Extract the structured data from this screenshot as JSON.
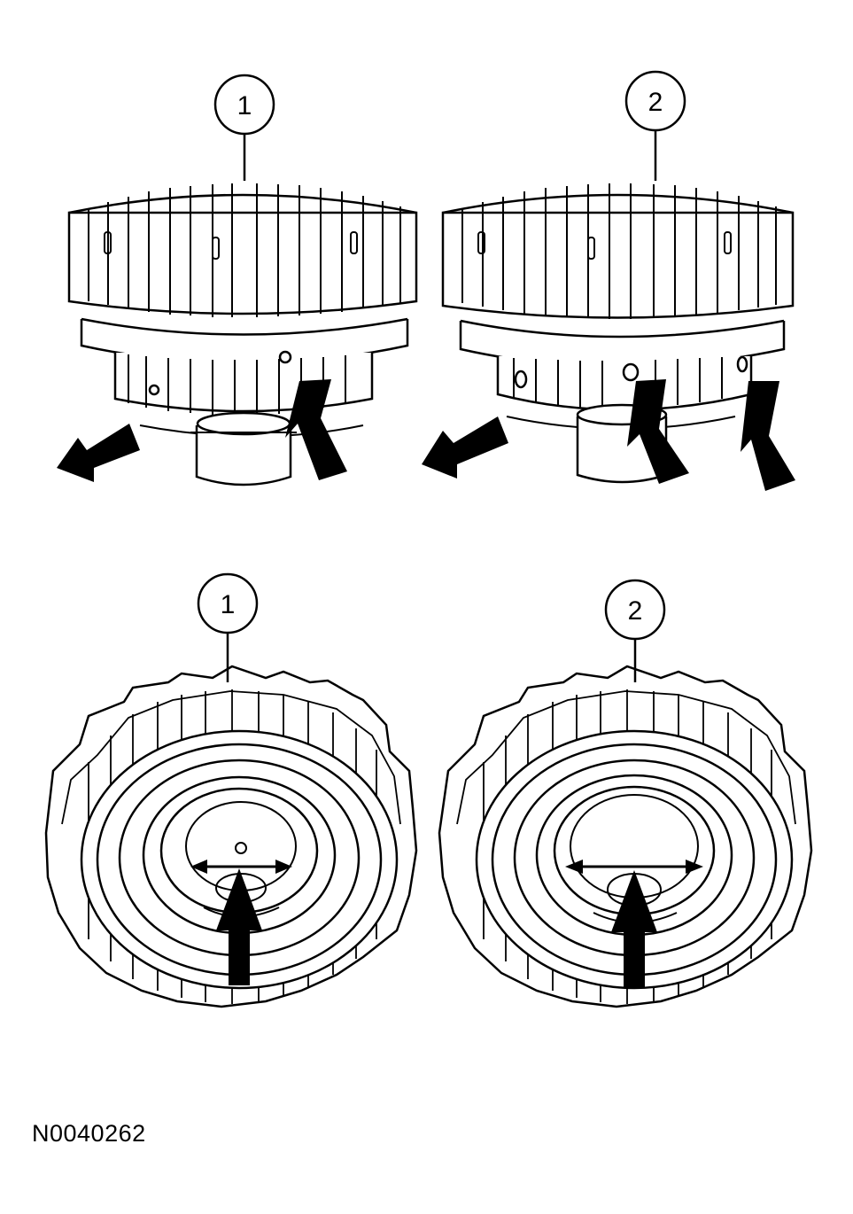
{
  "callouts": {
    "top_left": "1",
    "top_right": "2",
    "bottom_left": "1",
    "bottom_right": "2"
  },
  "figure_code": "N0040262",
  "colors": {
    "ink": "#000000",
    "paper": "#ffffff"
  }
}
